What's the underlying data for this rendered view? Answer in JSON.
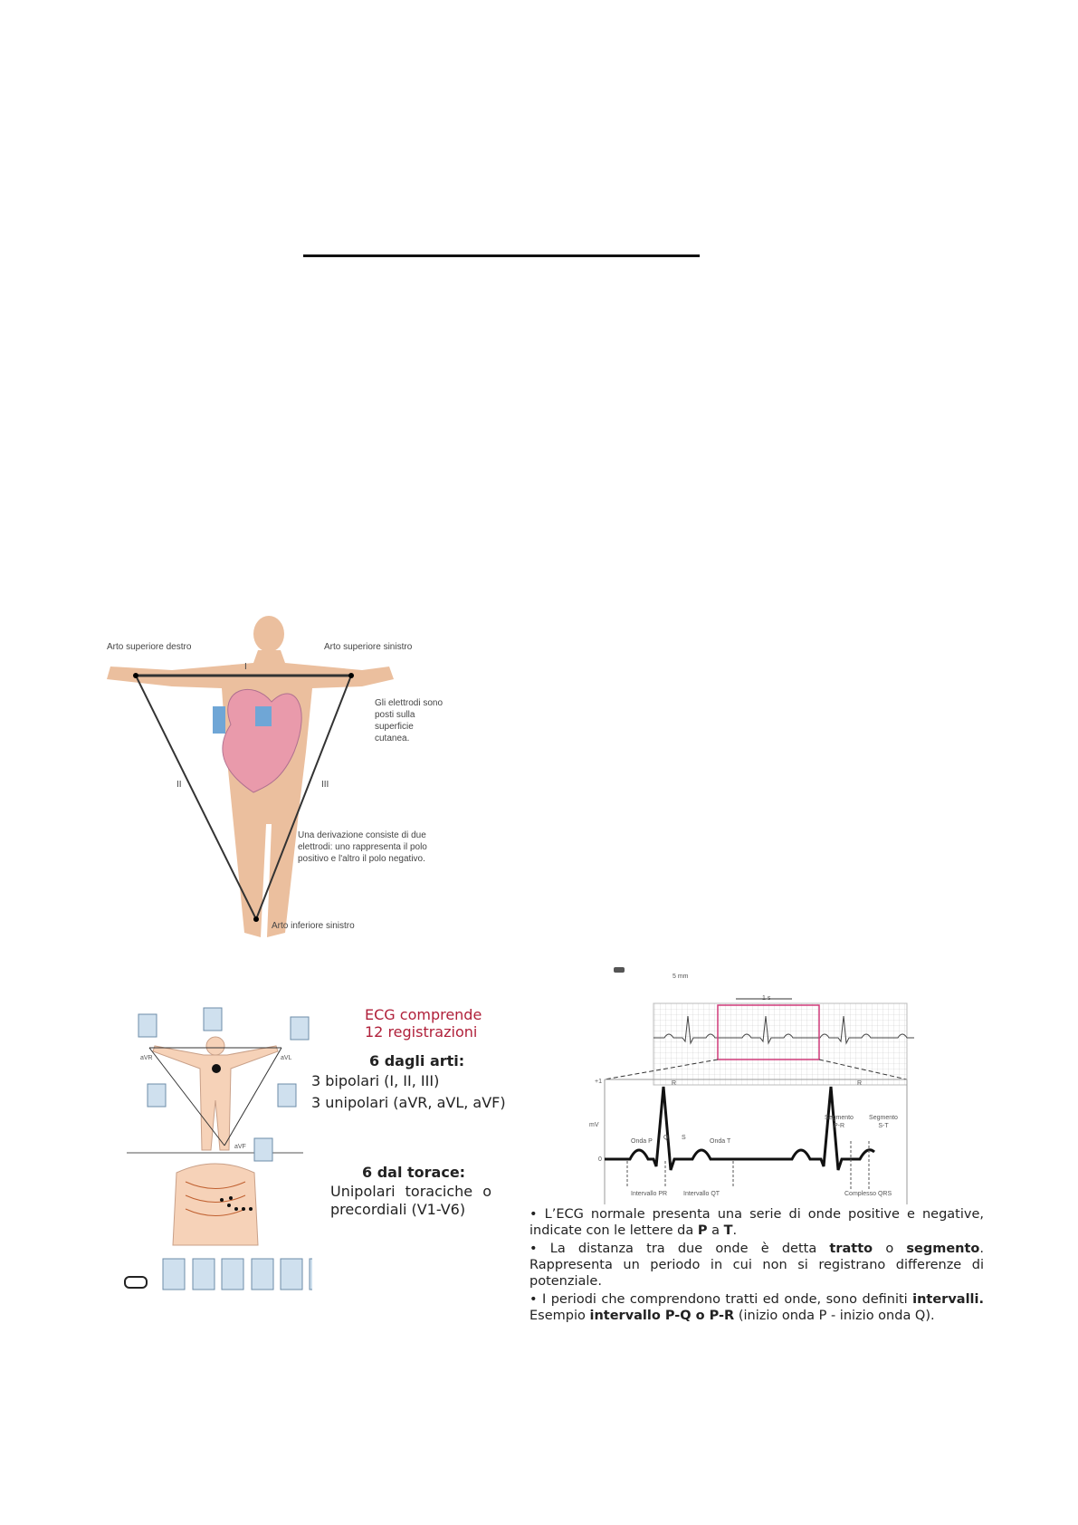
{
  "figure_triangle": {
    "right_arm": "Arto superiore destro",
    "left_arm": "Arto superiore sinistro",
    "left_leg": "Arto inferiore sinistro",
    "electrodes_note": "Gli elettrodi sono posti sulla superficie cutanea.",
    "lead_note": "Una derivazione consiste di due elettrodi: uno rappresenta il polo positivo e l'altro il polo negativo.",
    "lead_I": "I",
    "lead_II": "II",
    "lead_III": "III"
  },
  "figure_leads": {
    "title": "ECG comprende 12 registrazioni",
    "limbs_heading": "6 dagli arti:",
    "bipolar": "3 bipolari (I, II, III)",
    "unipolar": "3 unipolari (aVR, aVL, aVF)",
    "chest_heading": "6 dal torace:",
    "chest_desc": "Unipolari toraciche o precordiali (V1-V6)",
    "aVR": "aVR",
    "aVL": "aVL",
    "aVF": "aVF"
  },
  "figure_ecg": {
    "scale": "5 mm",
    "time": "1 s",
    "y_top": "+1",
    "y_zero": "0",
    "y_unit": "mV",
    "R": "R",
    "Q": "Q",
    "S": "S",
    "onda_p": "Onda P",
    "onda_t": "Onda T",
    "seg_pr": "Segmento P-R",
    "seg_st": "Segmento S-T",
    "int_pr": "Intervallo PR",
    "int_qt": "Intervallo QT",
    "qrs": "Complesso QRS"
  },
  "bullets": [
    {
      "pre": "L’ECG normale presenta una serie di onde positive e negative, indicate con le lettere da ",
      "b1": "P",
      "mid": " a ",
      "b2": "T",
      "post": "."
    },
    {
      "pre": "La distanza tra due onde è detta ",
      "b1": "tratto",
      "mid": " o ",
      "b2": "segmento",
      "post": ". Rappresenta un periodo in cui non si registrano differenze di potenziale."
    },
    {
      "pre": "I periodi che comprendono tratti ed onde, sono definiti ",
      "b1": "intervalli.",
      "mid": " Esempio ",
      "b2": "intervallo P-Q o P-R",
      "post": " (inizio onda P - inizio onda Q)."
    }
  ]
}
